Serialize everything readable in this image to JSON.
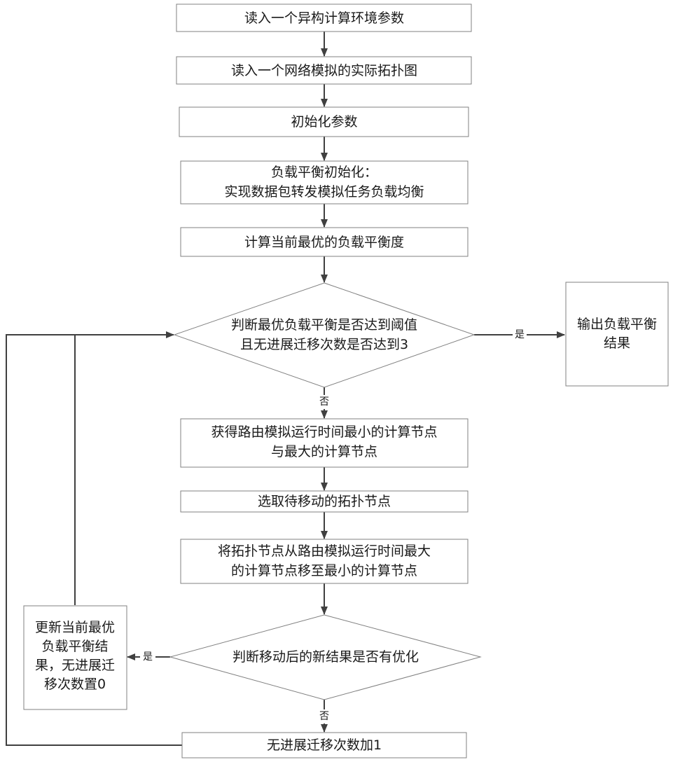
{
  "diagram": {
    "nodes": {
      "n1": "读入一个异构计算环境参数",
      "n2": "读入一个网络模拟的实际拓扑图",
      "n3": "初始化参数",
      "n4": [
        "负载平衡初始化：",
        "实现数据包转发模拟任务负载均衡"
      ],
      "n5": "计算当前最优的负载平衡度",
      "d1": [
        "判断最优负载平衡是否达到阈值",
        "且无进展迁移次数是否达到3"
      ],
      "out": [
        "输出负载平衡",
        "结果"
      ],
      "n6": [
        "获得路由模拟运行时间最小的计算节点",
        "与最大的计算节点"
      ],
      "n7": "选取待移动的拓扑节点",
      "n8": [
        "将拓扑节点从路由模拟运行时间最大",
        "的计算节点移至最小的计算节点"
      ],
      "d2": "判断移动后的新结果是否有优化",
      "upd": [
        "更新当前最优",
        "负载平衡结",
        "果，无进展迁",
        "移次数置0"
      ],
      "n9": "无进展迁移次数加1"
    },
    "edge_labels": {
      "yes1": "是",
      "no1": "否",
      "yes2": "是",
      "no2": "否"
    }
  }
}
